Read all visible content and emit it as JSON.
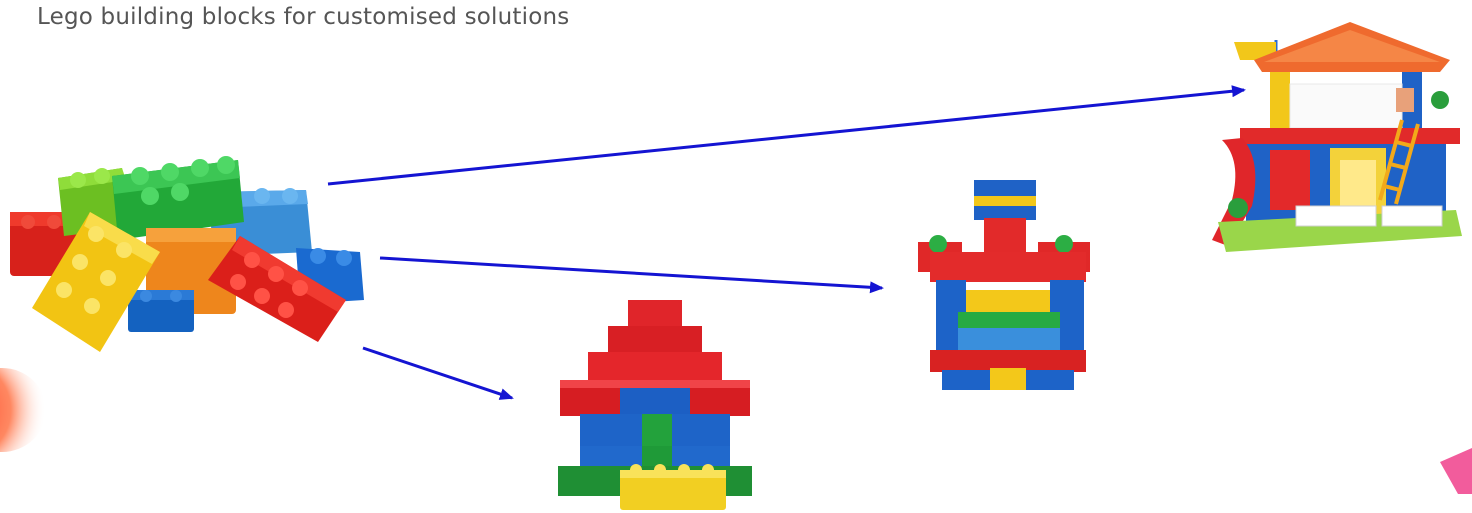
{
  "slide": {
    "subtitle": "Lego building blocks for customised solutions"
  },
  "illustrations": {
    "source": "pile-of-building-blocks",
    "targets": [
      "block-house",
      "block-castle",
      "block-playhouse"
    ]
  },
  "colors": {
    "arrow": "#1414d2",
    "red": "#e2231a",
    "blue": "#1565c0",
    "light_blue": "#3d93d8",
    "green": "#2fb544",
    "lime": "#7ccc2a",
    "yellow": "#f5d020",
    "orange": "#f08a1e",
    "accent_left": "#ff4a2e",
    "accent_right": "#f25c9c"
  }
}
